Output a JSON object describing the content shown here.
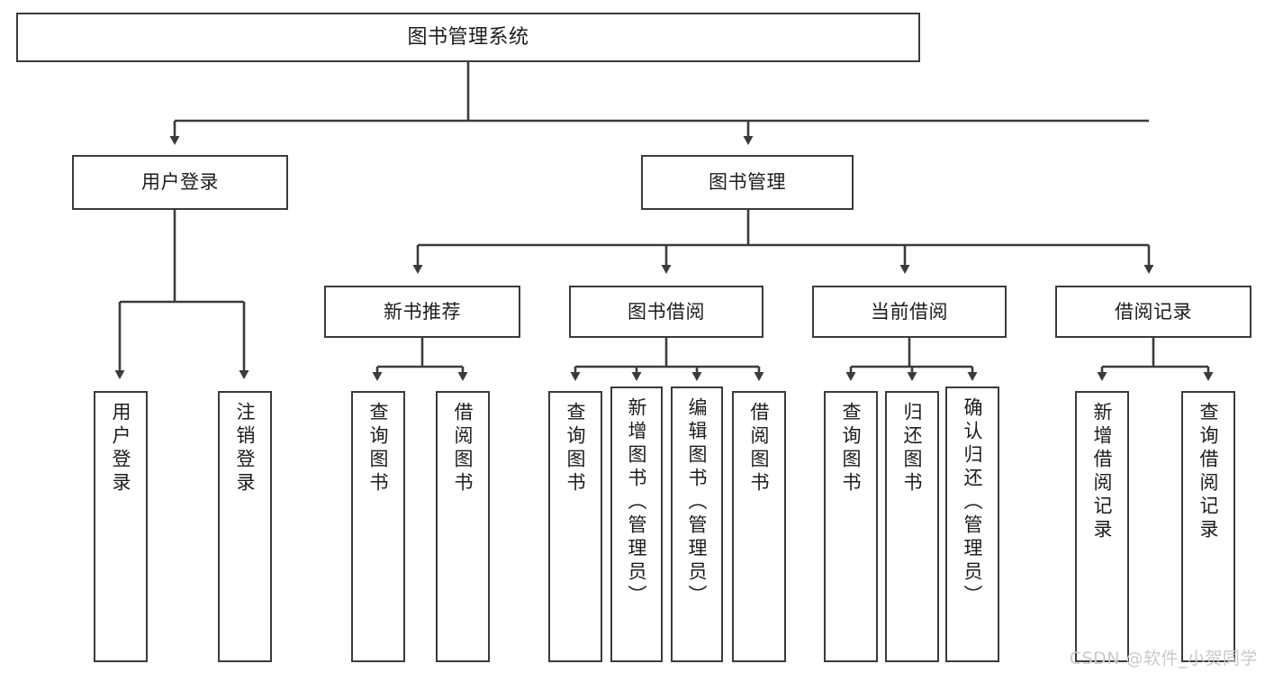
{
  "diagram": {
    "title": "图书管理系统",
    "type": "tree",
    "root": {
      "id": "root",
      "label": "图书管理系统"
    },
    "tier2": [
      {
        "id": "user-login",
        "label": "用户登录"
      },
      {
        "id": "book-manage",
        "label": "图书管理"
      }
    ],
    "tier3": [
      {
        "id": "new-book-recommend",
        "label": "新书推荐"
      },
      {
        "id": "book-borrow",
        "label": "图书借阅"
      },
      {
        "id": "current-borrow",
        "label": "当前借阅"
      },
      {
        "id": "borrow-record",
        "label": "借阅记录"
      }
    ],
    "leaves": {
      "user_login": [
        {
          "id": "leaf-user-login",
          "label": "用户登录"
        },
        {
          "id": "leaf-logout-login",
          "label": "注销登录"
        }
      ],
      "new_book_recommend": [
        {
          "id": "leaf-query-book-1",
          "label": "查询图书"
        },
        {
          "id": "leaf-borrow-book-1",
          "label": "借阅图书"
        }
      ],
      "book_borrow": [
        {
          "id": "leaf-query-book-2",
          "label": "查询图书"
        },
        {
          "id": "leaf-add-book",
          "label": "新增图书（管理员）"
        },
        {
          "id": "leaf-edit-book",
          "label": "编辑图书（管理员）"
        },
        {
          "id": "leaf-borrow-book-2",
          "label": "借阅图书"
        }
      ],
      "current_borrow": [
        {
          "id": "leaf-query-book-3",
          "label": "查询图书"
        },
        {
          "id": "leaf-return-book",
          "label": "归还图书"
        },
        {
          "id": "leaf-confirm-return",
          "label": "确认归还（管理员）"
        }
      ],
      "borrow_record": [
        {
          "id": "leaf-add-record",
          "label": "新增借阅记录"
        },
        {
          "id": "leaf-query-record",
          "label": "查询借阅记录"
        }
      ]
    },
    "colors": {
      "stroke": "#3b3b3b",
      "fill": "#ffffff",
      "text": "#1c1c1c",
      "watermark": "#c9c9c9"
    }
  },
  "watermark": {
    "text": "CSDN @软件_小贺同学"
  }
}
